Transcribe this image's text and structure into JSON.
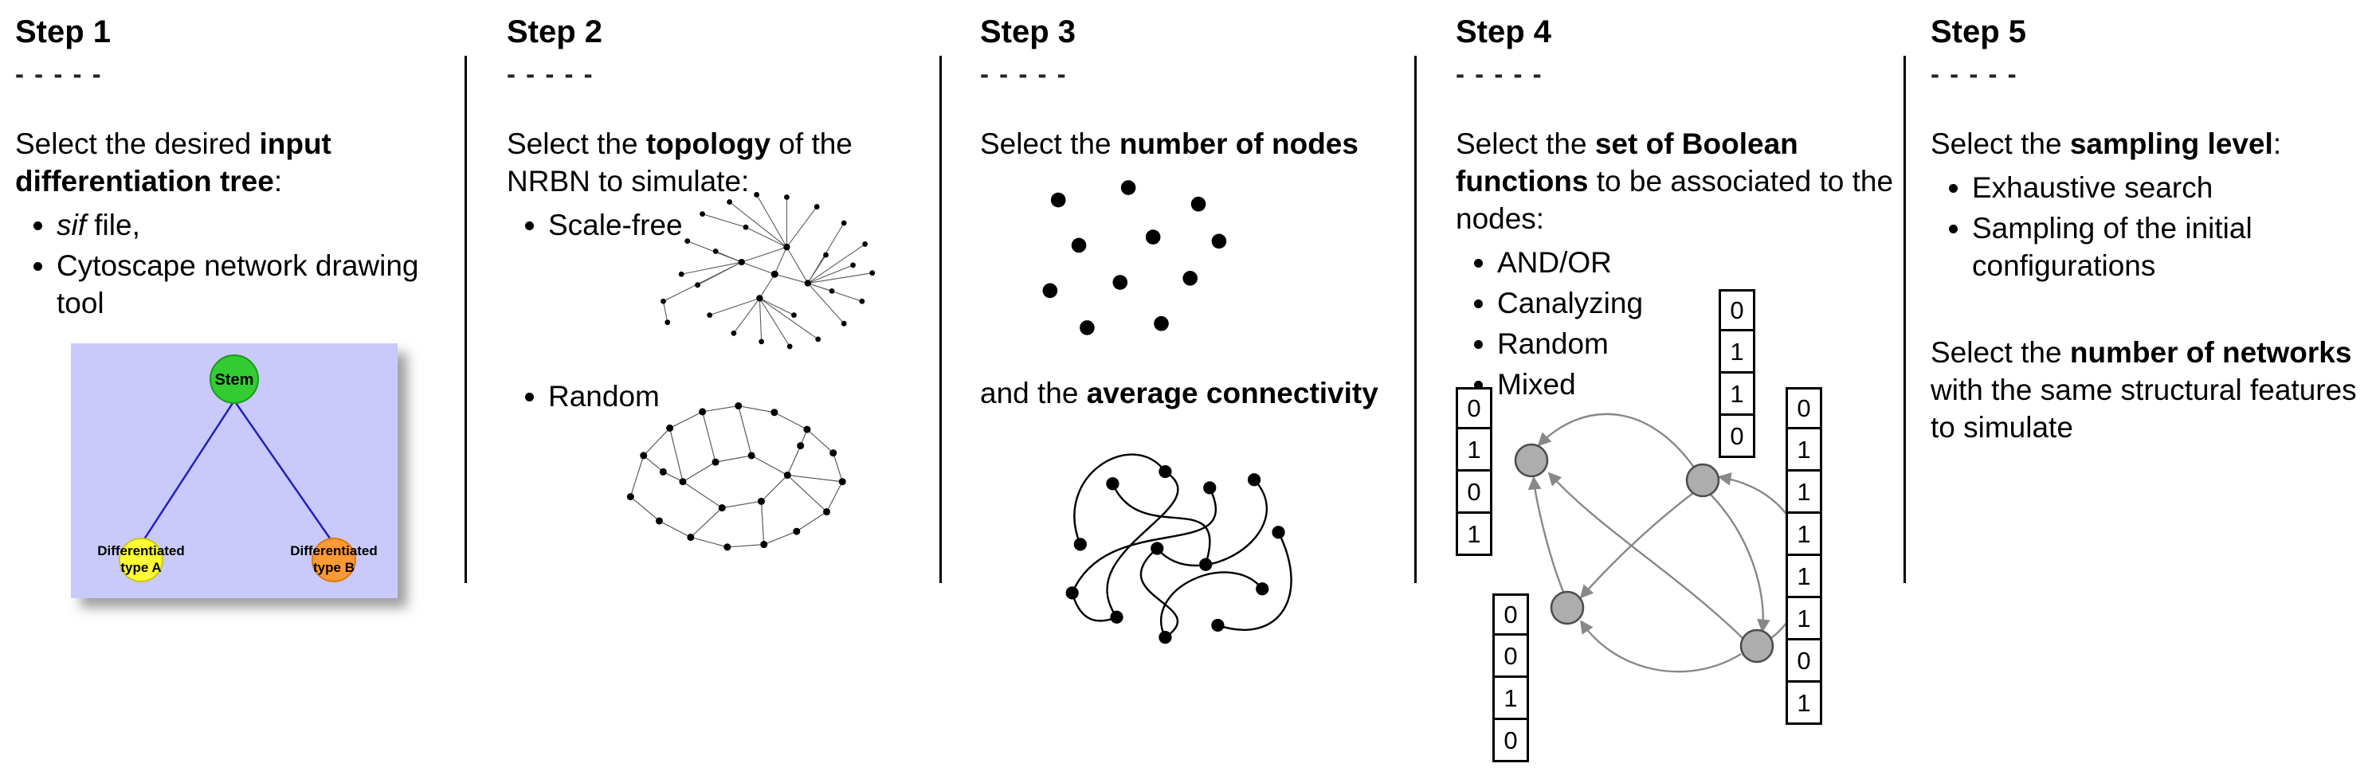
{
  "step1": {
    "title": "Step 1",
    "dashes": "- - - - -",
    "intro_pre": "Select the desired ",
    "intro_bold": "input differentiation tree",
    "intro_post": ":",
    "bullet1_italic": "sif",
    "bullet1_rest": " file,",
    "bullet2": "Cytoscape network drawing tool",
    "tree": {
      "stem": "Stem",
      "type_a_line1": "Differentiated",
      "type_a_line2": "type A",
      "type_b_line1": "Differentiated",
      "type_b_line2": "type B"
    }
  },
  "step2": {
    "title": "Step 2",
    "dashes": "- - - - -",
    "intro_pre": "Select the ",
    "intro_bold": "topology",
    "intro_post": " of the NRBN to simulate:",
    "bullet1": "Scale-free",
    "bullet2": "Random"
  },
  "step3": {
    "title": "Step 3",
    "dashes": "- - - - -",
    "line1_pre": "Select the ",
    "line1_bold": "number of nodes",
    "line2_pre": "and the ",
    "line2_bold": "average connectivity"
  },
  "step4": {
    "title": "Step 4",
    "dashes": "- - - - -",
    "intro_pre": "Select the ",
    "intro_bold": "set of Boolean functions",
    "intro_post": " to be associated to the nodes:",
    "bullets": [
      "AND/OR",
      "Canalyzing",
      "Random",
      "Mixed"
    ],
    "tables": {
      "left": [
        "0",
        "1",
        "0",
        "1"
      ],
      "top": [
        "0",
        "1",
        "1",
        "0"
      ],
      "bottom_left": [
        "0",
        "0",
        "1",
        "0"
      ],
      "right": [
        "0",
        "1",
        "1",
        "1",
        "1",
        "1",
        "0",
        "1"
      ]
    }
  },
  "step5": {
    "title": "Step 5",
    "dashes": "- - - - -",
    "intro_pre": "Select the ",
    "intro_bold": "sampling level",
    "intro_post": ":",
    "bullets": [
      "Exhaustive search",
      "Sampling of the initial configurations"
    ],
    "second_pre": "Select the ",
    "second_bold": "number of networks",
    "second_post": " with the same structural features to simulate"
  },
  "colors": {
    "tree_background": "#c9c9fb",
    "stem_green": "#33cc33",
    "type_a_yellow": "#ffff33",
    "type_b_orange": "#ff9933",
    "tree_edge_blue": "#2020c0",
    "wire_gray": "#888888",
    "node_gray": "#adadad"
  }
}
